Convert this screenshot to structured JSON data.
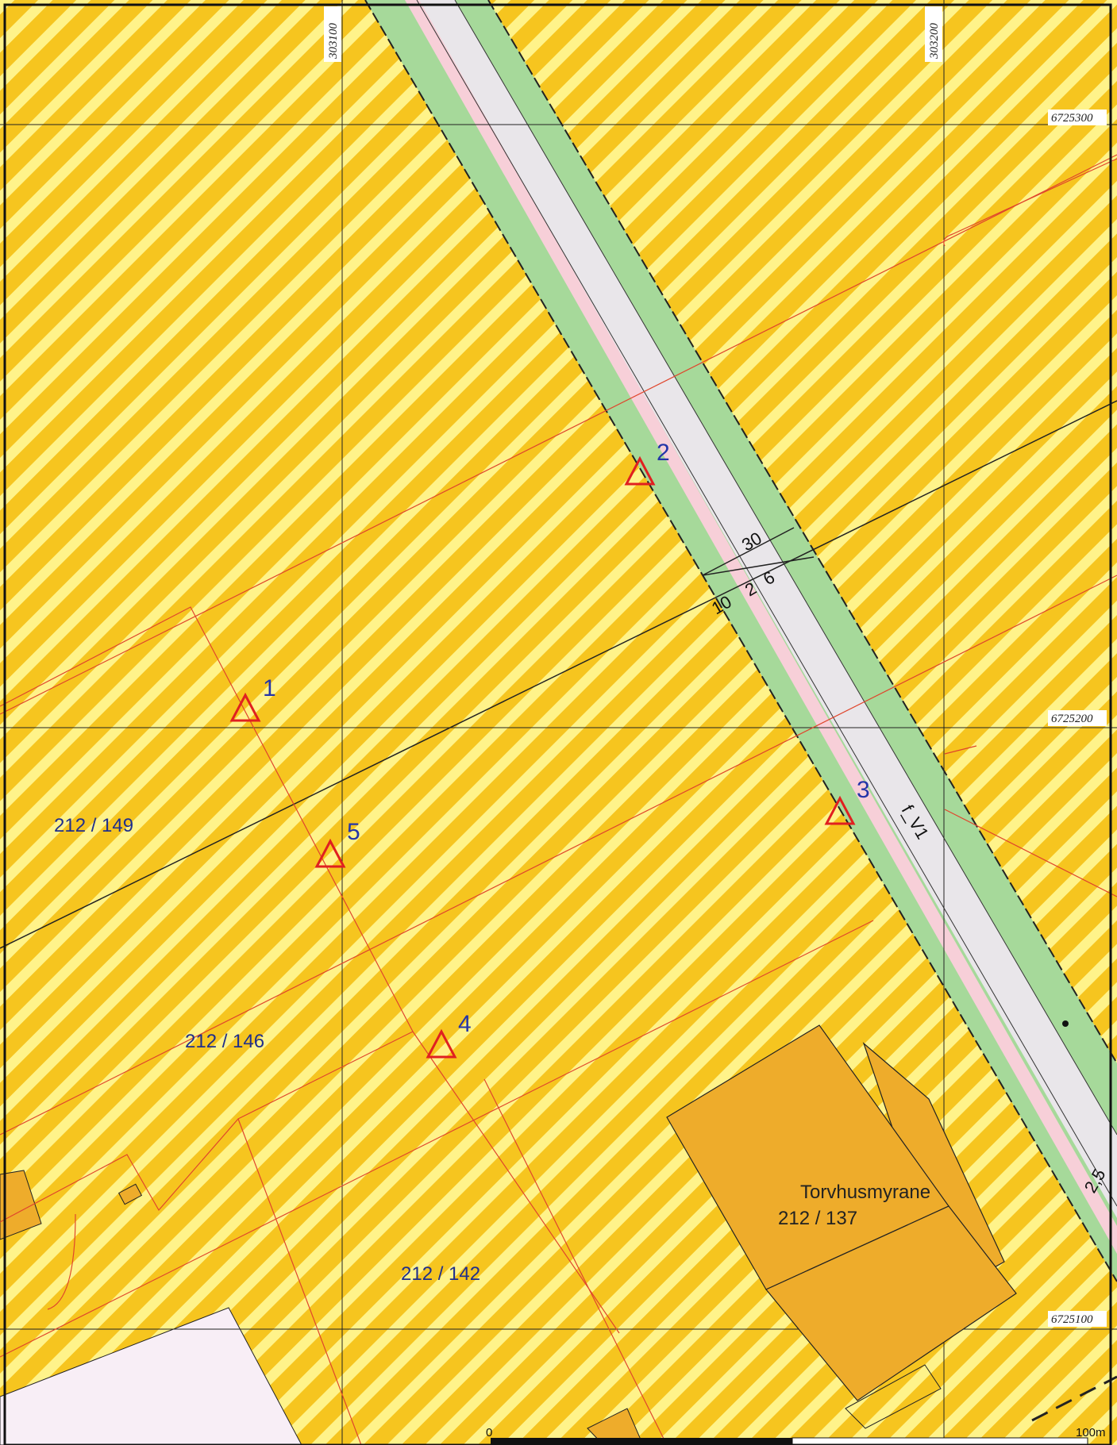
{
  "colors": {
    "stripe_yellow": "#fff38a",
    "stripe_orange": "#f6c51f",
    "green_strip": "#a6d99a",
    "road_gray": "#e9e6ea",
    "road_pink": "#f7cfd8",
    "building": "#eeac2b",
    "pale_pink": "#f8eef6",
    "grid": "#222222",
    "property_line": "#e0452c",
    "marker": "#e02020",
    "marker_text": "#2435a8"
  },
  "grid": {
    "x_labels": [
      "303100",
      "303200"
    ],
    "y_labels": [
      "6725300",
      "6725200",
      "6725100"
    ]
  },
  "properties": [
    {
      "label": "212 / 149"
    },
    {
      "label": "212 / 146"
    },
    {
      "label": "212 / 142"
    },
    {
      "label": "212 / 137"
    }
  ],
  "place_name": "Torvhusmyrane",
  "markers": [
    {
      "label": "1"
    },
    {
      "label": "2"
    },
    {
      "label": "3"
    },
    {
      "label": "4"
    },
    {
      "label": "5"
    }
  ],
  "road": {
    "label": "f_V1",
    "dimensions": [
      "30",
      "10",
      "2",
      "6"
    ],
    "edge_dimension": "2,5"
  },
  "scale_bar": {
    "start": "0",
    "end": "100m"
  }
}
